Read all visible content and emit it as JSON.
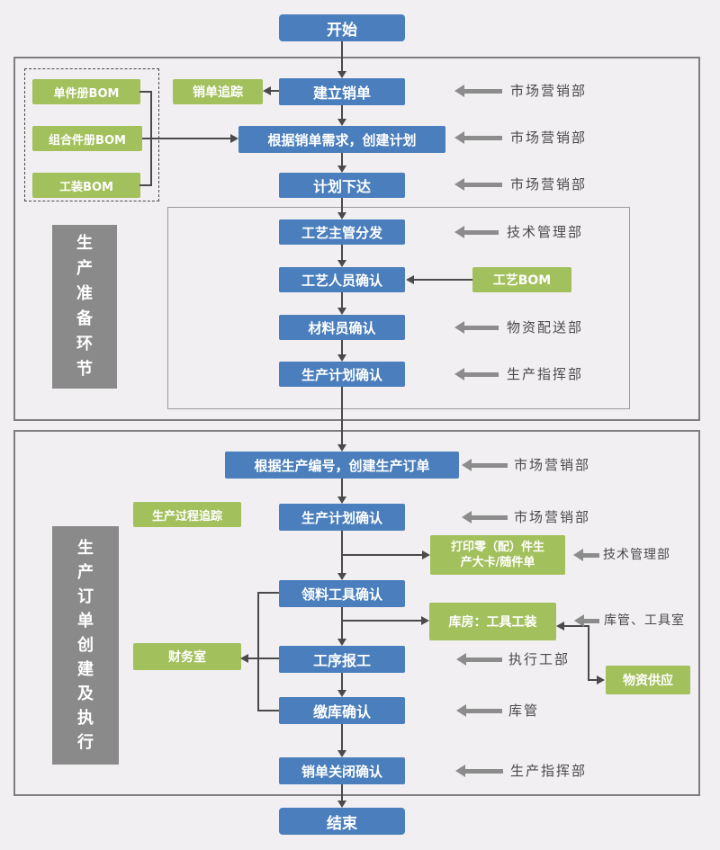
{
  "colors": {
    "blue": "#4a7ebc",
    "green": "#a2c05c",
    "graybox": "#8a8a8a",
    "fat": "#8c8c8c",
    "dark": "#4a4a4a",
    "bg": "#f1eff1",
    "border": "#7e7e7e"
  },
  "flow": {
    "start": "开始",
    "create_sales_order": "建立销单",
    "create_plan": "根据销单需求，创建计划",
    "plan_release": "计划下达",
    "craft_supervisor_dispatch": "工艺主管分发",
    "craft_staff_confirm": "工艺人员确认",
    "material_clerk_confirm": "材料员确认",
    "production_plan_confirm": "生产计划确认",
    "create_production_order": "根据生产编号，创建生产订单",
    "production_plan_confirm2": "生产计划确认",
    "material_tool_confirm": "领料工具确认",
    "process_reporting": "工序报工",
    "warehouse_submit_confirm": "缴库确认",
    "sales_close_confirm": "销单关闭确认",
    "end": "结束"
  },
  "green": {
    "bom_single": "单件册BOM",
    "bom_assembly": "组合件册BOM",
    "bom_tooling": "工装BOM",
    "sales_tracking": "销单追踪",
    "craft_bom": "工艺BOM",
    "process_tracking": "生产过程追踪",
    "print_card_l1": "打印零（配）件生",
    "print_card_l2": "产大卡/随件单",
    "warehouse_tools": "库房：工具工装",
    "finance": "财务室",
    "material_supply": "物资供应"
  },
  "sections": {
    "prep_label": "生产准备环节",
    "exec_label": "生产订单创建及执行"
  },
  "departments": {
    "marketing": "市场营销部",
    "tech": "技术管理部",
    "delivery": "物资配送部",
    "command": "生产指挥部",
    "warehouse_toolroom": "库管、工具室",
    "exec_dept": "执行工部",
    "warehouse_keeper": "库管"
  }
}
